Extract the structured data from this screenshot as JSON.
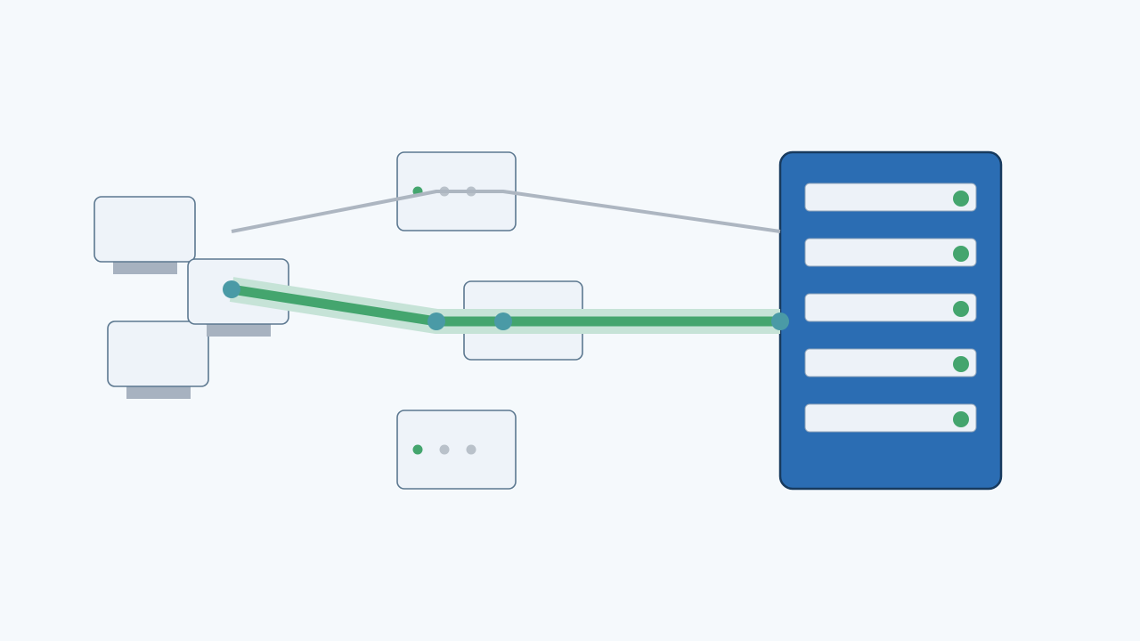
{
  "colors": {
    "background": "#f5f9fc",
    "node_fill": "#eef3f9",
    "node_stroke": "#5c7890",
    "monitor_stand": "#a7b2c0",
    "link_idle": "#adb6c1",
    "link_active": "#44a56e",
    "link_active_glow": "#c6e3d7",
    "endpoint_dot": "#4a9aa6",
    "led_on": "#44a56e",
    "led_off": "#b9c1ca",
    "server_body": "#2b6db3",
    "server_border": "#173a5e",
    "server_slot": "#edf2f8"
  },
  "diagram": {
    "clients": [
      {
        "icon": "monitor-icon"
      },
      {
        "icon": "monitor-icon"
      },
      {
        "icon": "monitor-icon"
      }
    ],
    "switches": [
      {
        "icon": "switch-icon",
        "leds": [
          "on",
          "off",
          "off"
        ]
      },
      {
        "icon": "switch-icon",
        "leds": []
      },
      {
        "icon": "switch-icon",
        "leds": [
          "on",
          "off",
          "off"
        ]
      }
    ],
    "server": {
      "icon": "server-rack-icon",
      "slots": [
        {
          "status": "on"
        },
        {
          "status": "on"
        },
        {
          "status": "on"
        },
        {
          "status": "on"
        },
        {
          "status": "on"
        }
      ]
    },
    "links": [
      {
        "from": "client-2",
        "to": "server",
        "via": "switch-1",
        "state": "idle"
      },
      {
        "from": "client-2",
        "to": "server",
        "via": "switch-2",
        "state": "active"
      }
    ]
  }
}
